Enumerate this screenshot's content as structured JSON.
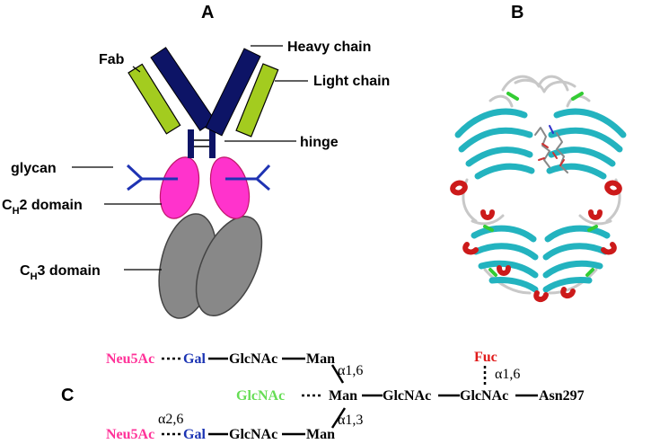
{
  "panels": {
    "a": "A",
    "b": "B",
    "c": "C"
  },
  "antibody_labels": {
    "fab": "Fab",
    "heavy_chain": "Heavy chain",
    "light_chain": "Light chain",
    "hinge": "hinge",
    "glycan": "glycan",
    "ch2_prefix": "C",
    "ch2_sub": "H",
    "ch2_suffix": "2 domain",
    "ch3_prefix": "C",
    "ch3_sub": "H",
    "ch3_suffix": "3 domain"
  },
  "glycan_chain": {
    "neu5ac_top": "Neu5Ac",
    "gal_top": "Gal",
    "glcnac_top": "GlcNAc",
    "man_top": "Man",
    "link_a16_top": "α1,6",
    "glcnac_bisect": "GlcNAc",
    "man_core": "Man",
    "glcnac_core1": "GlcNAc",
    "glcnac_core2": "GlcNAc",
    "asn": "Asn297",
    "fuc": "Fuc",
    "link_fuc": "α1,6",
    "link_a13": "α1,3",
    "link_a26": "α2,6",
    "neu5ac_bottom": "Neu5Ac",
    "gal_bottom": "Gal",
    "glcnac_bottom": "GlcNAc",
    "man_bottom": "Man"
  },
  "colors": {
    "heavy_chain": "#0d1466",
    "light_chain": "#a3cc1f",
    "ch2": "#ff33cc",
    "ch3": "#888888",
    "glycan_fork": "#1f33b3",
    "neu5ac": "#ff3399",
    "gal": "#1a33b3",
    "glcnac_bisect": "#66dd55",
    "fuc": "#e01a1a",
    "helix": "#cc1a1a",
    "strand": "#23b3bf",
    "loop": "#c8c8c8",
    "turn": "#33cc33"
  }
}
